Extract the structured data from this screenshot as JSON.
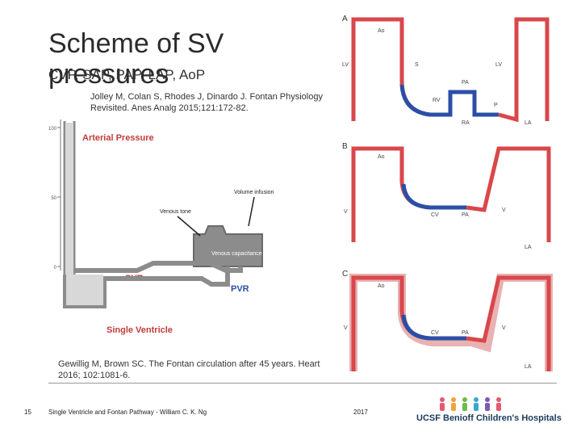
{
  "slide": {
    "title_line1": "Scheme of SV",
    "title_line2": "pressures",
    "subtitle": "CVP, SAP, PAP, LAP, AoP",
    "reference_1": "Jolley M, Colan S, Rhodes J, Dinardo J. Fontan Physiology Revisited. Anes Analg 2015;121:172-82.",
    "reference_2": "Gewillig M, Brown SC. The Fontan circulation after 45 years. Heart 2016; 102:1081-6.",
    "footer_page": "15",
    "footer_text": "Single Ventricle and Fontan Pathway - William C. K. Ng",
    "footer_year": "2017",
    "logo_text": "UCSF Benioff Children's Hospitals"
  },
  "left_diagram": {
    "y_ticks": [
      "100",
      "50",
      "0"
    ],
    "arterial_label": "Arterial Pressure",
    "volume_infusion": "Volume infusion",
    "venous_tone": "Venous tone",
    "venous_capacitance": "Venous capacitance",
    "svr": "SVR",
    "pvr": "PVR",
    "single_ventricle": "Single Ventricle"
  },
  "right_diagram": {
    "panel_a": {
      "letter": "A",
      "ao": "Ao",
      "lv_left": "LV",
      "s": "S",
      "lv_right": "LV",
      "pa": "PA",
      "rv": "RV",
      "p": "P",
      "ra": "RA",
      "la": "LA"
    },
    "panel_b": {
      "letter": "B",
      "ao": "Ao",
      "v_left": "V",
      "cv": "CV",
      "pa": "PA",
      "v_right": "V",
      "la": "LA"
    },
    "panel_c": {
      "letter": "C",
      "ao": "Ao",
      "v_left": "V",
      "cv": "CV",
      "pa": "PA",
      "v_right": "V",
      "la": "LA"
    }
  },
  "colors": {
    "arterial_red": "#d9474b",
    "venous_blue": "#2a4fa6",
    "left_diagram_gray": "#8c8c8c",
    "left_label_red": "#c23b3b",
    "left_label_blue": "#2a4fa6"
  }
}
